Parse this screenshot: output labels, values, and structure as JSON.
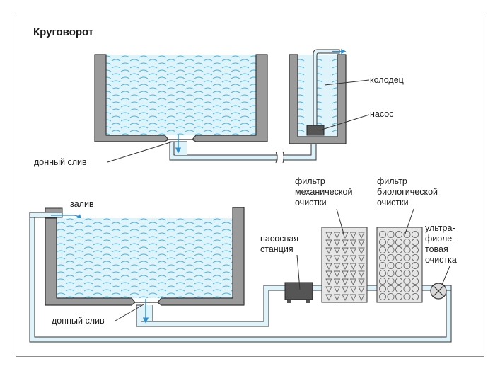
{
  "title": "Круговорот",
  "labels": {
    "well": "колодец",
    "pump": "насос",
    "bottom_drain_top": "донный слив",
    "inlet": "залив",
    "pump_station_line1": "насосная",
    "pump_station_line2": "станция",
    "bottom_drain_bottom": "донный слив",
    "mech_filter_line1": "фильтр",
    "mech_filter_line2": "механической",
    "mech_filter_line3": "очистки",
    "bio_filter_line1": "фильтр",
    "bio_filter_line2": "биологической",
    "bio_filter_line3": "очистки",
    "uv_line1": "ультра-",
    "uv_line2": "фиоле-",
    "uv_line3": "товая",
    "uv_line4": "очистка"
  },
  "colors": {
    "wall": "#9a9a9a",
    "wall_stroke": "#333333",
    "water": "#dff3fb",
    "wave": "#47b4e0",
    "arrow": "#2b8fd1",
    "device": "#555555",
    "filter_fill": "#e6e6e6",
    "border": "#8c8c8c"
  }
}
